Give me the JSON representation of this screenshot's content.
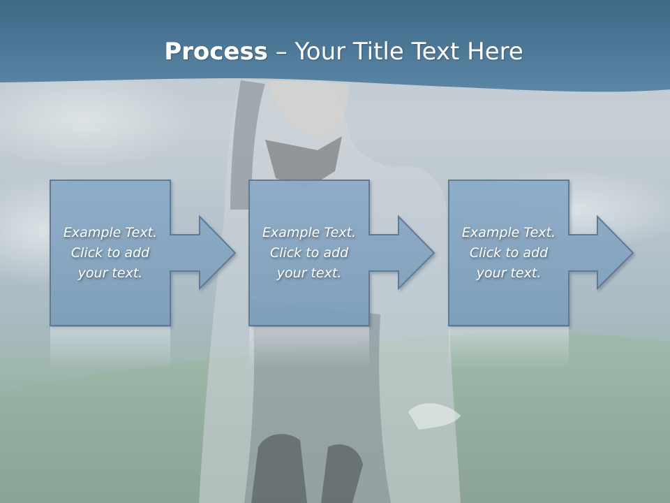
{
  "title": {
    "bold": "Process",
    "rest": " – Your Title Text Here"
  },
  "steps": [
    {
      "text": "Example Text. Click  to add your text."
    },
    {
      "text": "Example Text. Click  to add your text."
    },
    {
      "text": "Example Text. Click  to add your text."
    }
  ],
  "colors": {
    "header": "#4a7595",
    "box_fill": "#8aaac5",
    "box_border": "#5a7591",
    "text": "#ffffff"
  }
}
